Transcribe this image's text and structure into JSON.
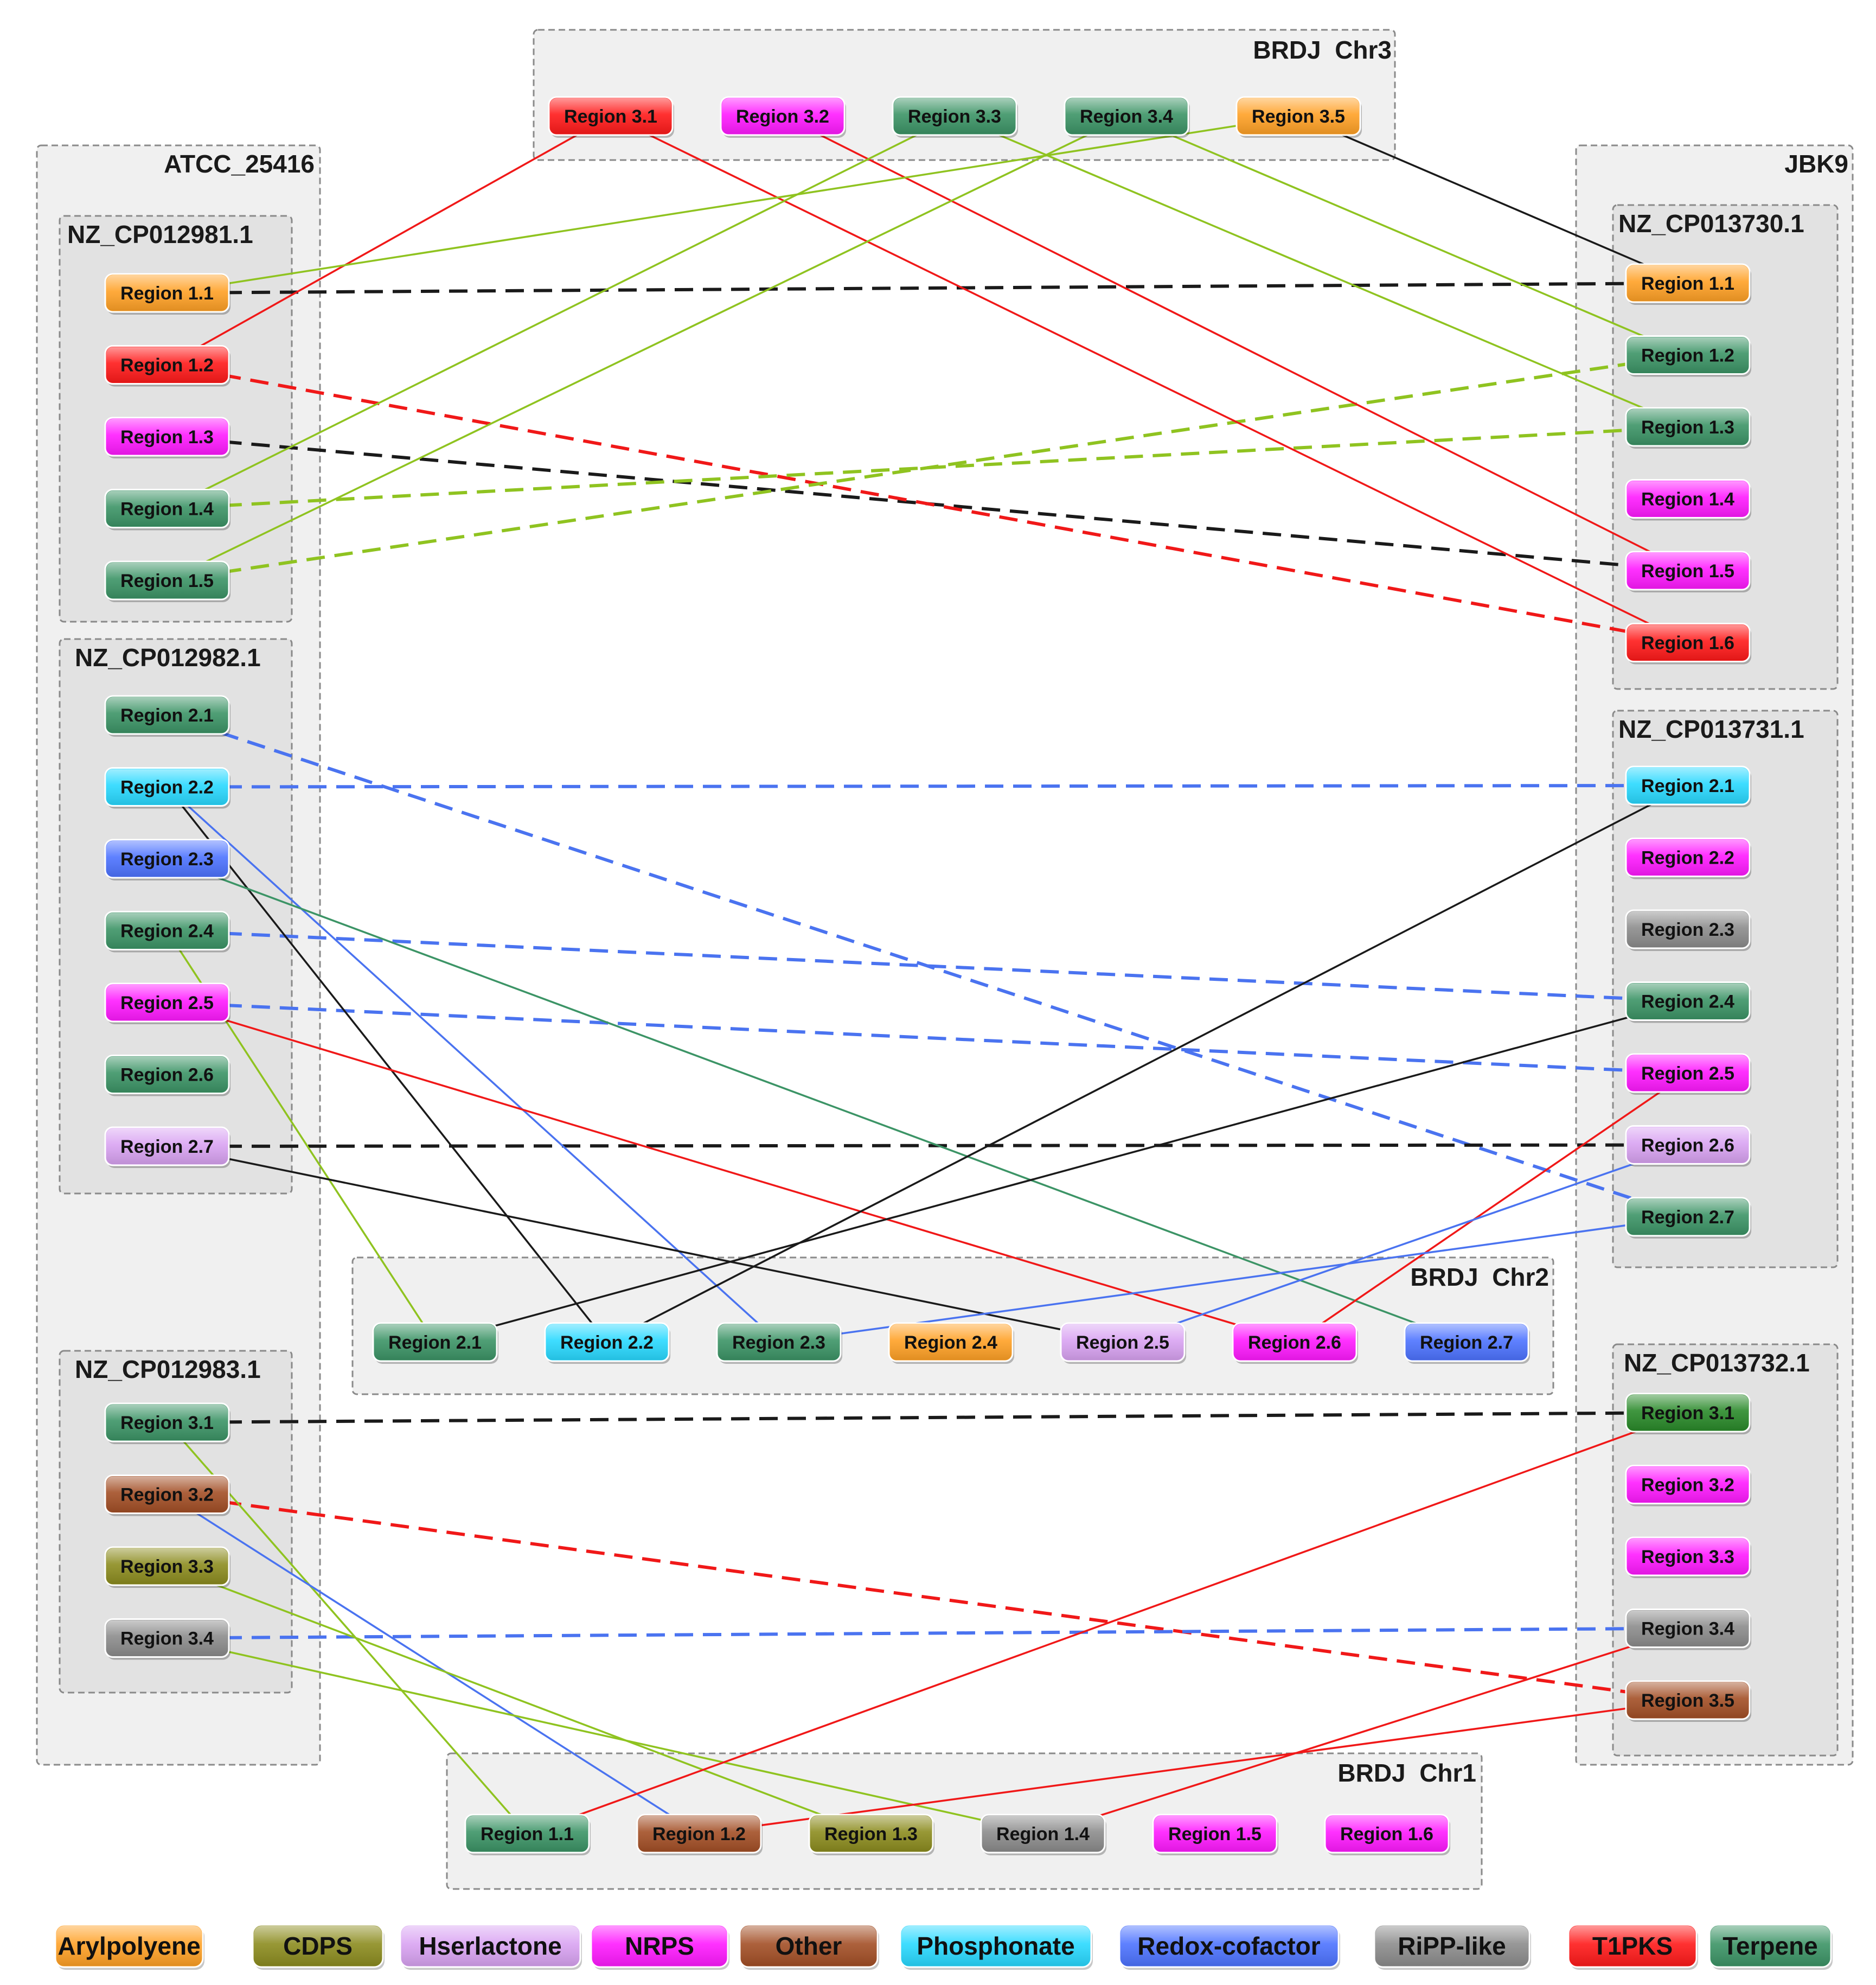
{
  "type_colors": {
    "Arylpolyene": "#ffa126",
    "CDPS": "#8c8c1f",
    "Hserlactone": "#d9a3f2",
    "NRPS": "#ff1aff",
    "Other": "#a34f26",
    "Phosphonate": "#29d9ff",
    "Redox-cofactor": "#4d73ff",
    "RiPP-like": "#8c8c8c",
    "T1PKS": "#ff1a1a",
    "Terpene": "#3c9466",
    "Terpene-dark": "#2a8a2a"
  },
  "line_colors": {
    "black": "#1a1a1a",
    "red": "#f01818",
    "lime": "#8fc320",
    "blue": "#4a73f0",
    "green": "#3c9466"
  },
  "genomes": {
    "ATCC": {
      "title": "ATCC_25416",
      "contigs": [
        {
          "id": "NZ_CP012981.1",
          "title": "NZ_CP012981.1",
          "regions": [
            {
              "id": "A1.1",
              "label": "Region 1.1",
              "type": "Arylpolyene"
            },
            {
              "id": "A1.2",
              "label": "Region 1.2",
              "type": "T1PKS"
            },
            {
              "id": "A1.3",
              "label": "Region 1.3",
              "type": "NRPS"
            },
            {
              "id": "A1.4",
              "label": "Region 1.4",
              "type": "Terpene"
            },
            {
              "id": "A1.5",
              "label": "Region 1.5",
              "type": "Terpene"
            }
          ]
        },
        {
          "id": "NZ_CP012982.1",
          "title": "NZ_CP012982.1",
          "regions": [
            {
              "id": "A2.1",
              "label": "Region 2.1",
              "type": "Terpene"
            },
            {
              "id": "A2.2",
              "label": "Region 2.2",
              "type": "Phosphonate"
            },
            {
              "id": "A2.3",
              "label": "Region 2.3",
              "type": "Redox-cofactor"
            },
            {
              "id": "A2.4",
              "label": "Region 2.4",
              "type": "Terpene"
            },
            {
              "id": "A2.5",
              "label": "Region 2.5",
              "type": "NRPS"
            },
            {
              "id": "A2.6",
              "label": "Region 2.6",
              "type": "Terpene"
            },
            {
              "id": "A2.7",
              "label": "Region 2.7",
              "type": "Hserlactone"
            }
          ]
        },
        {
          "id": "NZ_CP012983.1",
          "title": "NZ_CP012983.1",
          "regions": [
            {
              "id": "A3.1",
              "label": "Region 3.1",
              "type": "Terpene"
            },
            {
              "id": "A3.2",
              "label": "Region 3.2",
              "type": "Other"
            },
            {
              "id": "A3.3",
              "label": "Region 3.3",
              "type": "CDPS"
            },
            {
              "id": "A3.4",
              "label": "Region 3.4",
              "type": "RiPP-like"
            }
          ]
        }
      ]
    },
    "JBK9": {
      "title": "JBK9",
      "contigs": [
        {
          "id": "NZ_CP013730.1",
          "title": "NZ_CP013730.1",
          "regions": [
            {
              "id": "J1.1",
              "label": "Region 1.1",
              "type": "Arylpolyene"
            },
            {
              "id": "J1.2",
              "label": "Region 1.2",
              "type": "Terpene"
            },
            {
              "id": "J1.3",
              "label": "Region 1.3",
              "type": "Terpene"
            },
            {
              "id": "J1.4",
              "label": "Region 1.4",
              "type": "NRPS"
            },
            {
              "id": "J1.5",
              "label": "Region 1.5",
              "type": "NRPS"
            },
            {
              "id": "J1.6",
              "label": "Region 1.6",
              "type": "T1PKS"
            }
          ]
        },
        {
          "id": "NZ_CP013731.1",
          "title": "NZ_CP013731.1",
          "regions": [
            {
              "id": "J2.1",
              "label": "Region 2.1",
              "type": "Phosphonate"
            },
            {
              "id": "J2.2",
              "label": "Region 2.2",
              "type": "NRPS"
            },
            {
              "id": "J2.3",
              "label": "Region 2.3",
              "type": "RiPP-like"
            },
            {
              "id": "J2.4",
              "label": "Region 2.4",
              "type": "Terpene"
            },
            {
              "id": "J2.5",
              "label": "Region 2.5",
              "type": "NRPS"
            },
            {
              "id": "J2.6",
              "label": "Region 2.6",
              "type": "Hserlactone"
            },
            {
              "id": "J2.7",
              "label": "Region 2.7",
              "type": "Terpene"
            }
          ]
        },
        {
          "id": "NZ_CP013732.1",
          "title": "NZ_CP013732.1",
          "regions": [
            {
              "id": "J3.1",
              "label": "Region 3.1",
              "type": "Terpene-dark"
            },
            {
              "id": "J3.2",
              "label": "Region 3.2",
              "type": "NRPS"
            },
            {
              "id": "J3.3",
              "label": "Region 3.3",
              "type": "NRPS"
            },
            {
              "id": "J3.4",
              "label": "Region 3.4",
              "type": "RiPP-like"
            },
            {
              "id": "J3.5",
              "label": "Region 3.5",
              "type": "Other"
            }
          ]
        }
      ]
    },
    "BRDJ": {
      "chromosomes": [
        {
          "id": "Chr3",
          "title": "BRDJ  Chr3",
          "regions": [
            {
              "id": "B3.1",
              "label": "Region 3.1",
              "type": "T1PKS"
            },
            {
              "id": "B3.2",
              "label": "Region 3.2",
              "type": "NRPS"
            },
            {
              "id": "B3.3",
              "label": "Region 3.3",
              "type": "Terpene"
            },
            {
              "id": "B3.4",
              "label": "Region 3.4",
              "type": "Terpene"
            },
            {
              "id": "B3.5",
              "label": "Region 3.5",
              "type": "Arylpolyene"
            }
          ]
        },
        {
          "id": "Chr2",
          "title": "BRDJ  Chr2",
          "regions": [
            {
              "id": "B2.1",
              "label": "Region 2.1",
              "type": "Terpene"
            },
            {
              "id": "B2.2",
              "label": "Region 2.2",
              "type": "Phosphonate"
            },
            {
              "id": "B2.3",
              "label": "Region 2.3",
              "type": "Terpene"
            },
            {
              "id": "B2.4",
              "label": "Region 2.4",
              "type": "Arylpolyene"
            },
            {
              "id": "B2.5",
              "label": "Region 2.5",
              "type": "Hserlactone"
            },
            {
              "id": "B2.6",
              "label": "Region 2.6",
              "type": "NRPS"
            },
            {
              "id": "B2.7",
              "label": "Region 2.7",
              "type": "Redox-cofactor"
            }
          ]
        },
        {
          "id": "Chr1",
          "title": "BRDJ  Chr1",
          "regions": [
            {
              "id": "B1.1",
              "label": "Region 1.1",
              "type": "Terpene"
            },
            {
              "id": "B1.2",
              "label": "Region 1.2",
              "type": "Other"
            },
            {
              "id": "B1.3",
              "label": "Region 1.3",
              "type": "CDPS"
            },
            {
              "id": "B1.4",
              "label": "Region 1.4",
              "type": "RiPP-like"
            },
            {
              "id": "B1.5",
              "label": "Region 1.5",
              "type": "NRPS"
            },
            {
              "id": "B1.6",
              "label": "Region 1.6",
              "type": "NRPS"
            }
          ]
        }
      ]
    }
  },
  "links": [
    {
      "from": "A1.1",
      "to": "J1.1",
      "color": "black",
      "dashed": true
    },
    {
      "from": "A1.3",
      "to": "J1.5",
      "color": "black",
      "dashed": true
    },
    {
      "from": "A1.2",
      "to": "J1.6",
      "color": "red",
      "dashed": true
    },
    {
      "from": "A1.4",
      "to": "J1.3",
      "color": "lime",
      "dashed": true
    },
    {
      "from": "A1.5",
      "to": "J1.2",
      "color": "lime",
      "dashed": true
    },
    {
      "from": "A2.2",
      "to": "J2.1",
      "color": "blue",
      "dashed": true
    },
    {
      "from": "A2.1",
      "to": "J2.7",
      "color": "blue",
      "dashed": true
    },
    {
      "from": "A2.4",
      "to": "J2.4",
      "color": "blue",
      "dashed": true
    },
    {
      "from": "A2.5",
      "to": "J2.5",
      "color": "blue",
      "dashed": true
    },
    {
      "from": "A2.7",
      "to": "J2.6",
      "color": "black",
      "dashed": true
    },
    {
      "from": "A3.1",
      "to": "J3.1",
      "color": "black",
      "dashed": true
    },
    {
      "from": "A3.2",
      "to": "J3.5",
      "color": "red",
      "dashed": true
    },
    {
      "from": "A3.4",
      "to": "J3.4",
      "color": "blue",
      "dashed": true
    },
    {
      "from": "B3.1",
      "to": "A1.2",
      "color": "red",
      "dashed": false
    },
    {
      "from": "B3.1",
      "to": "J1.6",
      "color": "red",
      "dashed": false
    },
    {
      "from": "B3.2",
      "to": "J1.5",
      "color": "red",
      "dashed": false
    },
    {
      "from": "B3.3",
      "to": "A1.4",
      "color": "lime",
      "dashed": false
    },
    {
      "from": "B3.3",
      "to": "J1.3",
      "color": "lime",
      "dashed": false
    },
    {
      "from": "B3.4",
      "to": "A1.5",
      "color": "lime",
      "dashed": false
    },
    {
      "from": "B3.4",
      "to": "J1.2",
      "color": "lime",
      "dashed": false
    },
    {
      "from": "B3.5",
      "to": "A1.1",
      "color": "lime",
      "dashed": false
    },
    {
      "from": "B3.5",
      "to": "J1.1",
      "color": "black",
      "dashed": false
    },
    {
      "from": "A2.2",
      "to": "B2.2",
      "color": "black",
      "dashed": false
    },
    {
      "from": "A2.2",
      "to": "B2.3",
      "color": "blue",
      "dashed": false
    },
    {
      "from": "A2.3",
      "to": "B2.7",
      "color": "green",
      "dashed": false
    },
    {
      "from": "A2.4",
      "to": "B2.1",
      "color": "lime",
      "dashed": false
    },
    {
      "from": "A2.5",
      "to": "B2.6",
      "color": "red",
      "dashed": false
    },
    {
      "from": "A2.7",
      "to": "B2.5",
      "color": "black",
      "dashed": false
    },
    {
      "from": "J2.1",
      "to": "B2.2",
      "color": "black",
      "dashed": false
    },
    {
      "from": "J2.4",
      "to": "B2.1",
      "color": "black",
      "dashed": false
    },
    {
      "from": "J2.5",
      "to": "B2.6",
      "color": "red",
      "dashed": false
    },
    {
      "from": "J2.6",
      "to": "B2.5",
      "color": "blue",
      "dashed": false
    },
    {
      "from": "J2.7",
      "to": "B2.3",
      "color": "blue",
      "dashed": false
    },
    {
      "from": "A3.1",
      "to": "B1.1",
      "color": "lime",
      "dashed": false
    },
    {
      "from": "A3.2",
      "to": "B1.2",
      "color": "blue",
      "dashed": false
    },
    {
      "from": "A3.3",
      "to": "B1.3",
      "color": "lime",
      "dashed": false
    },
    {
      "from": "A3.4",
      "to": "B1.4",
      "color": "lime",
      "dashed": false
    },
    {
      "from": "J3.1",
      "to": "B1.1",
      "color": "red",
      "dashed": false
    },
    {
      "from": "J3.4",
      "to": "B1.4",
      "color": "red",
      "dashed": false
    },
    {
      "from": "J3.5",
      "to": "B1.2",
      "color": "red",
      "dashed": false
    }
  ],
  "legend": [
    {
      "label": "Arylpolyene",
      "type": "Arylpolyene"
    },
    {
      "label": "CDPS",
      "type": "CDPS"
    },
    {
      "label": "Hserlactone",
      "type": "Hserlactone"
    },
    {
      "label": "NRPS",
      "type": "NRPS"
    },
    {
      "label": "Other",
      "type": "Other"
    },
    {
      "label": "Phosphonate",
      "type": "Phosphonate"
    },
    {
      "label": "Redox-cofactor",
      "type": "Redox-cofactor"
    },
    {
      "label": "RiPP-like",
      "type": "RiPP-like"
    },
    {
      "label": "T1PKS",
      "type": "T1PKS"
    },
    {
      "label": "Terpene",
      "type": "Terpene"
    }
  ]
}
